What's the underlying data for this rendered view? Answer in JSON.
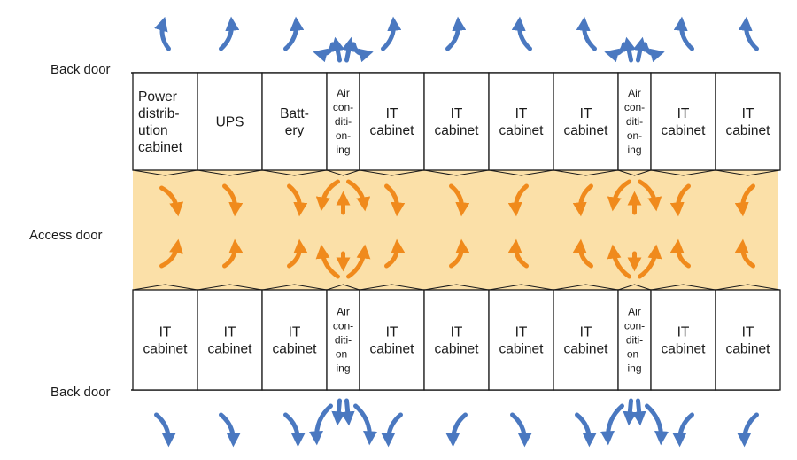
{
  "labels": {
    "back_door_top": "Back door",
    "access_door": "Access door",
    "back_door_bottom": "Back door"
  },
  "top_row": [
    {
      "lines": [
        "Power",
        "distrib-",
        "ution",
        "cabinet"
      ],
      "kind": "power"
    },
    {
      "lines": [
        "UPS"
      ],
      "kind": "ups"
    },
    {
      "lines": [
        "Batt-",
        "ery"
      ],
      "kind": "battery"
    },
    {
      "lines": [
        "Air",
        "con-",
        "diti-",
        "on-",
        "ing"
      ],
      "kind": "ac"
    },
    {
      "lines": [
        "IT",
        "cabinet"
      ],
      "kind": "it"
    },
    {
      "lines": [
        "IT",
        "cabinet"
      ],
      "kind": "it"
    },
    {
      "lines": [
        "IT",
        "cabinet"
      ],
      "kind": "it"
    },
    {
      "lines": [
        "IT",
        "cabinet"
      ],
      "kind": "it"
    },
    {
      "lines": [
        "Air",
        "con-",
        "diti-",
        "on-",
        "ing"
      ],
      "kind": "ac"
    },
    {
      "lines": [
        "IT",
        "cabinet"
      ],
      "kind": "it"
    },
    {
      "lines": [
        "IT",
        "cabinet"
      ],
      "kind": "it"
    }
  ],
  "bottom_row": [
    {
      "lines": [
        "IT",
        "cabinet"
      ],
      "kind": "it"
    },
    {
      "lines": [
        "IT",
        "cabinet"
      ],
      "kind": "it"
    },
    {
      "lines": [
        "IT",
        "cabinet"
      ],
      "kind": "it"
    },
    {
      "lines": [
        "Air",
        "con-",
        "diti-",
        "on-",
        "ing"
      ],
      "kind": "ac"
    },
    {
      "lines": [
        "IT",
        "cabinet"
      ],
      "kind": "it"
    },
    {
      "lines": [
        "IT",
        "cabinet"
      ],
      "kind": "it"
    },
    {
      "lines": [
        "IT",
        "cabinet"
      ],
      "kind": "it"
    },
    {
      "lines": [
        "IT",
        "cabinet"
      ],
      "kind": "it"
    },
    {
      "lines": [
        "Air",
        "con-",
        "diti-",
        "on-",
        "ing"
      ],
      "kind": "ac"
    },
    {
      "lines": [
        "IT",
        "cabinet"
      ],
      "kind": "it"
    },
    {
      "lines": [
        "IT",
        "cabinet"
      ],
      "kind": "it"
    }
  ],
  "colors": {
    "aisle_fill": "#fbe0a8",
    "cold_arrow": "#f08a1c",
    "hot_arrow": "#4a78c0",
    "cabinet_border": "#1a1a1a"
  }
}
